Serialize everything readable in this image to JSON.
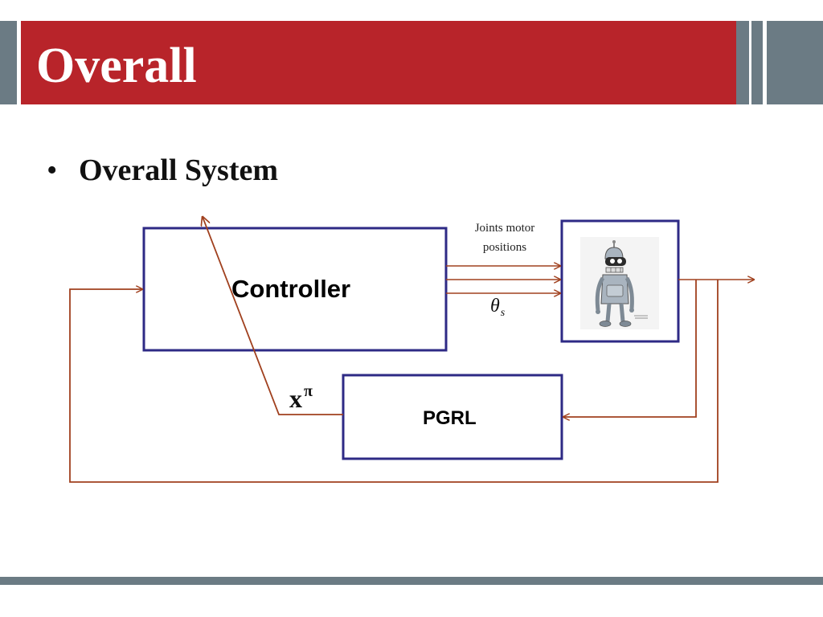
{
  "slide": {
    "title": "Overall",
    "bullet": "Overall System"
  },
  "diagram": {
    "controller_label": "Controller",
    "pgrl_label": "PGRL",
    "signal_label_line1": "Joints motor",
    "signal_label_line2": "positions",
    "theta_symbol": "θ",
    "theta_subscript": "s",
    "x_symbol": "x",
    "x_superscript": "π"
  },
  "colors": {
    "banner": "#b8242a",
    "stripe": "#6b7b84",
    "box_border": "#2e2a85",
    "arrow": "#a0401e"
  }
}
